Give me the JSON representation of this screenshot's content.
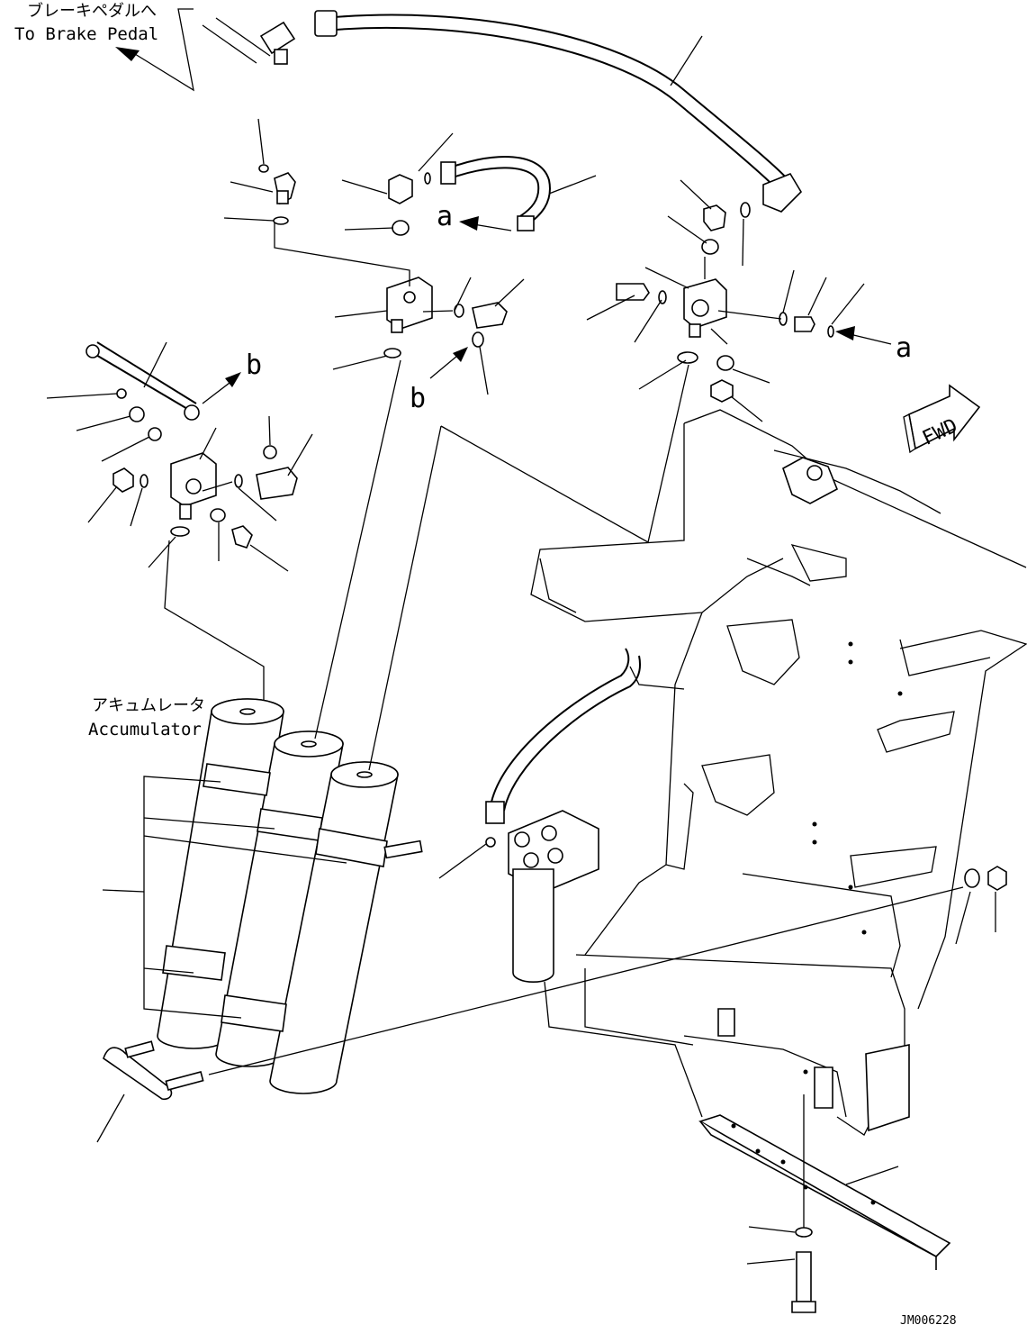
{
  "labels": {
    "brake_jp": "ブレーキペダルへ",
    "brake_en": "To Brake Pedal",
    "accum_jp": "アキュムレータ",
    "accum_en": "Accumulator",
    "fwd": "FWD",
    "ref_a": "a",
    "ref_b": "b",
    "drawing_id": "JM006228"
  }
}
